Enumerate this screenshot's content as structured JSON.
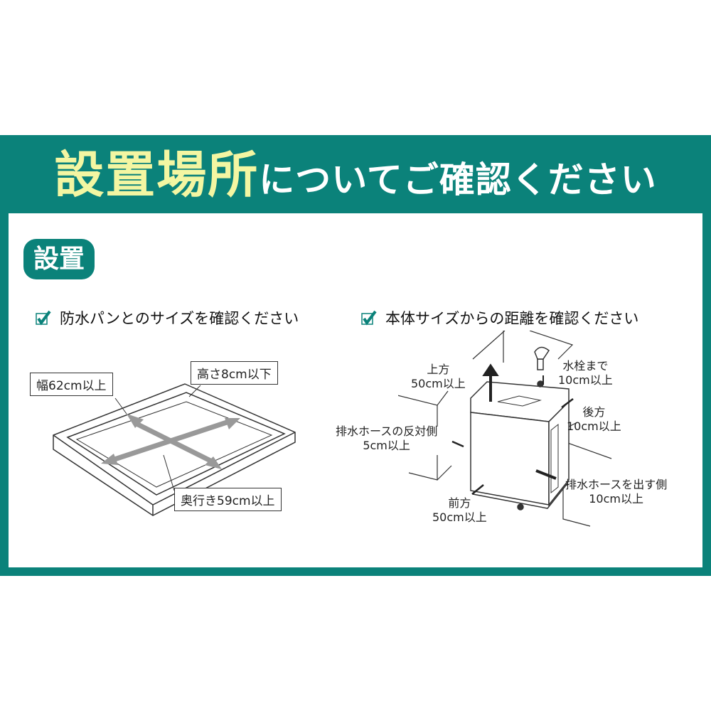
{
  "header": {
    "title_highlight": "設置場所",
    "title_rest": "についてご確認ください"
  },
  "section_badge": "設置",
  "colors": {
    "teal": "#0b827a",
    "highlight_yellow": "#f3f6a2"
  },
  "left_panel": {
    "check_icon": "checkmark-box-icon",
    "heading": "防水パンとのサイズを確認ください",
    "labels": {
      "width": "幅62cm以上",
      "height": "高さ8cm以下",
      "depth": "奥行き59cm以上"
    }
  },
  "right_panel": {
    "check_icon": "checkmark-box-icon",
    "heading": "本体サイズからの距離を確認ください",
    "labels": {
      "top": [
        "上方",
        "50cm以上"
      ],
      "faucet": [
        "水栓まで",
        "10cm以上"
      ],
      "back": [
        "後方",
        "10cm以上"
      ],
      "opposite_side": [
        "排水ホースの反対側",
        "5cm以上"
      ],
      "hose_side": [
        "排水ホースを出す側",
        "10cm以上"
      ],
      "front": [
        "前方",
        "50cm以上"
      ]
    }
  }
}
